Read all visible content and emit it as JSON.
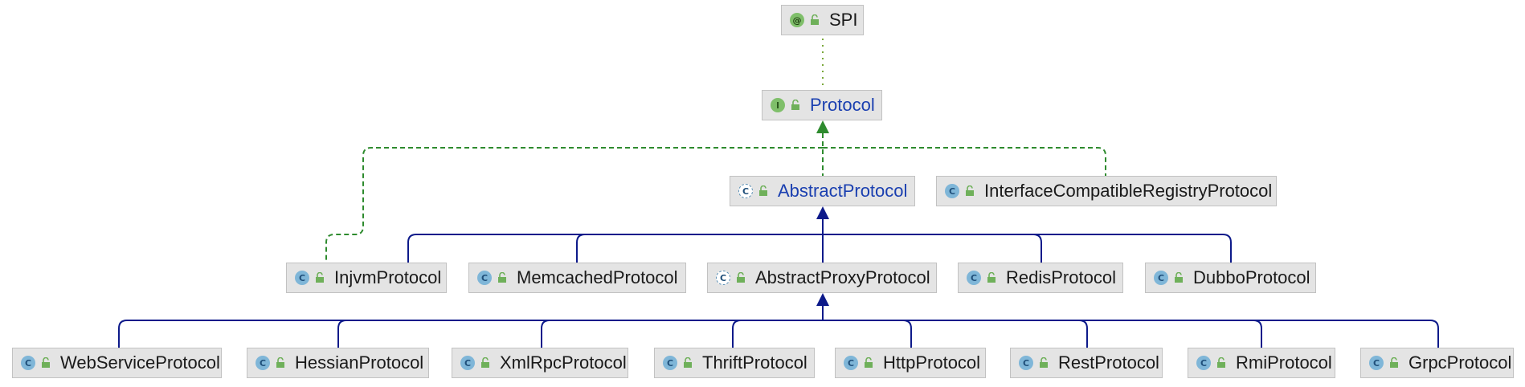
{
  "nodes": {
    "spi": {
      "label": "SPI",
      "kind": "@",
      "icon": "annotation-icon"
    },
    "protocol": {
      "label": "Protocol",
      "kind": "I",
      "icon": "interface-icon"
    },
    "abstract_protocol": {
      "label": "AbstractProtocol",
      "kind": "C",
      "icon": "abstract-class-icon"
    },
    "interface_compatible_registry_protocol": {
      "label": "InterfaceCompatibleRegistryProtocol",
      "kind": "C",
      "icon": "class-icon"
    },
    "injvm_protocol": {
      "label": "InjvmProtocol",
      "kind": "C",
      "icon": "class-icon"
    },
    "memcached_protocol": {
      "label": "MemcachedProtocol",
      "kind": "C",
      "icon": "class-icon"
    },
    "abstract_proxy_protocol": {
      "label": "AbstractProxyProtocol",
      "kind": "C",
      "icon": "abstract-class-icon"
    },
    "redis_protocol": {
      "label": "RedisProtocol",
      "kind": "C",
      "icon": "class-icon"
    },
    "dubbo_protocol": {
      "label": "DubboProtocol",
      "kind": "C",
      "icon": "class-icon"
    },
    "webservice_protocol": {
      "label": "WebServiceProtocol",
      "kind": "C",
      "icon": "class-icon"
    },
    "hessian_protocol": {
      "label": "HessianProtocol",
      "kind": "C",
      "icon": "class-icon"
    },
    "xmlrpc_protocol": {
      "label": "XmlRpcProtocol",
      "kind": "C",
      "icon": "class-icon"
    },
    "thrift_protocol": {
      "label": "ThriftProtocol",
      "kind": "C",
      "icon": "class-icon"
    },
    "http_protocol": {
      "label": "HttpProtocol",
      "kind": "C",
      "icon": "class-icon"
    },
    "rest_protocol": {
      "label": "RestProtocol",
      "kind": "C",
      "icon": "class-icon"
    },
    "rmi_protocol": {
      "label": "RmiProtocol",
      "kind": "C",
      "icon": "class-icon"
    },
    "grpc_protocol": {
      "label": "GrpcProtocol",
      "kind": "C",
      "icon": "class-icon"
    }
  },
  "edges": [
    {
      "from": "protocol",
      "to": "spi",
      "type": "annotated-by"
    },
    {
      "from": "abstract_protocol",
      "to": "protocol",
      "type": "implements"
    },
    {
      "from": "interface_compatible_registry_protocol",
      "to": "protocol",
      "type": "implements"
    },
    {
      "from": "injvm_protocol",
      "to": "protocol",
      "type": "implements"
    },
    {
      "from": "injvm_protocol",
      "to": "abstract_protocol",
      "type": "extends"
    },
    {
      "from": "memcached_protocol",
      "to": "abstract_protocol",
      "type": "extends"
    },
    {
      "from": "abstract_proxy_protocol",
      "to": "abstract_protocol",
      "type": "extends"
    },
    {
      "from": "redis_protocol",
      "to": "abstract_protocol",
      "type": "extends"
    },
    {
      "from": "dubbo_protocol",
      "to": "abstract_protocol",
      "type": "extends"
    },
    {
      "from": "webservice_protocol",
      "to": "abstract_proxy_protocol",
      "type": "extends"
    },
    {
      "from": "hessian_protocol",
      "to": "abstract_proxy_protocol",
      "type": "extends"
    },
    {
      "from": "xmlrpc_protocol",
      "to": "abstract_proxy_protocol",
      "type": "extends"
    },
    {
      "from": "thrift_protocol",
      "to": "abstract_proxy_protocol",
      "type": "extends"
    },
    {
      "from": "http_protocol",
      "to": "abstract_proxy_protocol",
      "type": "extends"
    },
    {
      "from": "rest_protocol",
      "to": "abstract_proxy_protocol",
      "type": "extends"
    },
    {
      "from": "rmi_protocol",
      "to": "abstract_proxy_protocol",
      "type": "extends"
    },
    {
      "from": "grpc_protocol",
      "to": "abstract_proxy_protocol",
      "type": "extends"
    }
  ],
  "colors": {
    "extends": "#0d1a8a",
    "implements": "#2e8b2e",
    "annotated": "#7aa83a",
    "interface_label": "#1a3fb0"
  }
}
